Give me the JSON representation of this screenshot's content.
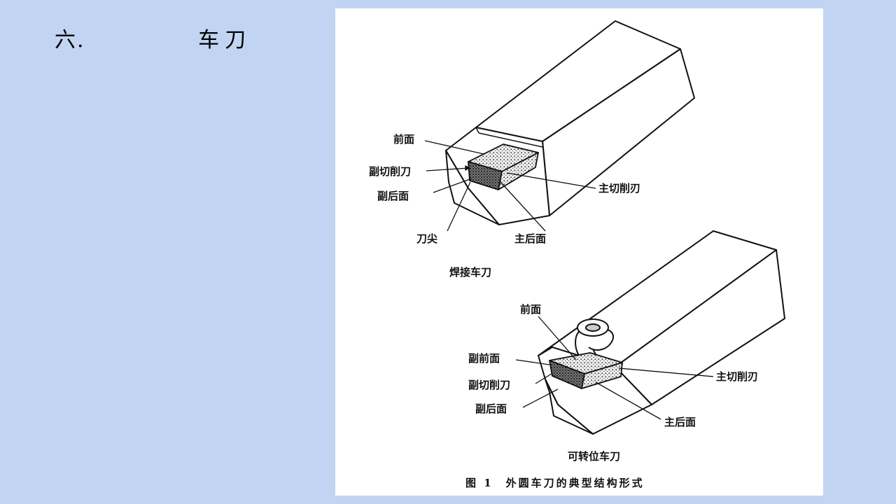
{
  "slide": {
    "title_number": "六.",
    "title_text": "车刀"
  },
  "figure": {
    "caption": "图 1　外圆车刀的典型结构形式",
    "welded_tool": {
      "name": "焊接车刀",
      "labels": {
        "rake_face": "前面",
        "minor_cutting_edge": "副切削刀",
        "minor_flank": "副后面",
        "tool_tip": "刀尖",
        "major_flank": "主后面",
        "major_cutting_edge": "主切削刃"
      }
    },
    "indexable_tool": {
      "name": "可转位车刀",
      "labels": {
        "rake_face": "前面",
        "minor_rake_face": "副前面",
        "minor_cutting_edge": "副切削刀",
        "minor_flank": "副后面",
        "major_cutting_edge": "主切削刃",
        "major_flank": "主后面"
      }
    }
  }
}
